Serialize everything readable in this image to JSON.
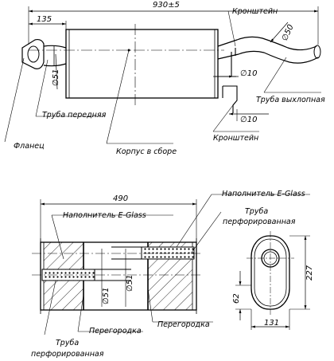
{
  "top_view": {
    "dim_total_length": "930±5",
    "dim_front_offset": "135",
    "dim_outlet_diameter": "∅50",
    "dim_inlet_diameter": "∅51",
    "dim_bracket_1": "∅10",
    "dim_bracket_2": "∅10",
    "label_bracket_top": "Кронштейн",
    "label_bracket_bottom": "Кронштейн",
    "label_front_pipe": "Труба передняя",
    "label_flange": "Фланец",
    "label_body": "Корпус в сборе",
    "label_outlet_pipe": "Труба выхлопная"
  },
  "section_view": {
    "dim_length": "490",
    "dim_diameter_1": "∅51",
    "dim_diameter_2": "∅51",
    "label_filler_left": "Наполнитель E-Glass",
    "label_filler_right": "Наполнитель E-Glass",
    "label_perf_pipe_right_1": "Труба",
    "label_perf_pipe_right_2": "перфорированная",
    "label_baffle_left": "Перегородка",
    "label_baffle_right": "Перегородка",
    "label_perf_pipe_left_1": "Труба",
    "label_perf_pipe_left_2": "перфорированная"
  },
  "end_view": {
    "dim_height": "227",
    "dim_width": "131",
    "dim_offset": "62"
  }
}
